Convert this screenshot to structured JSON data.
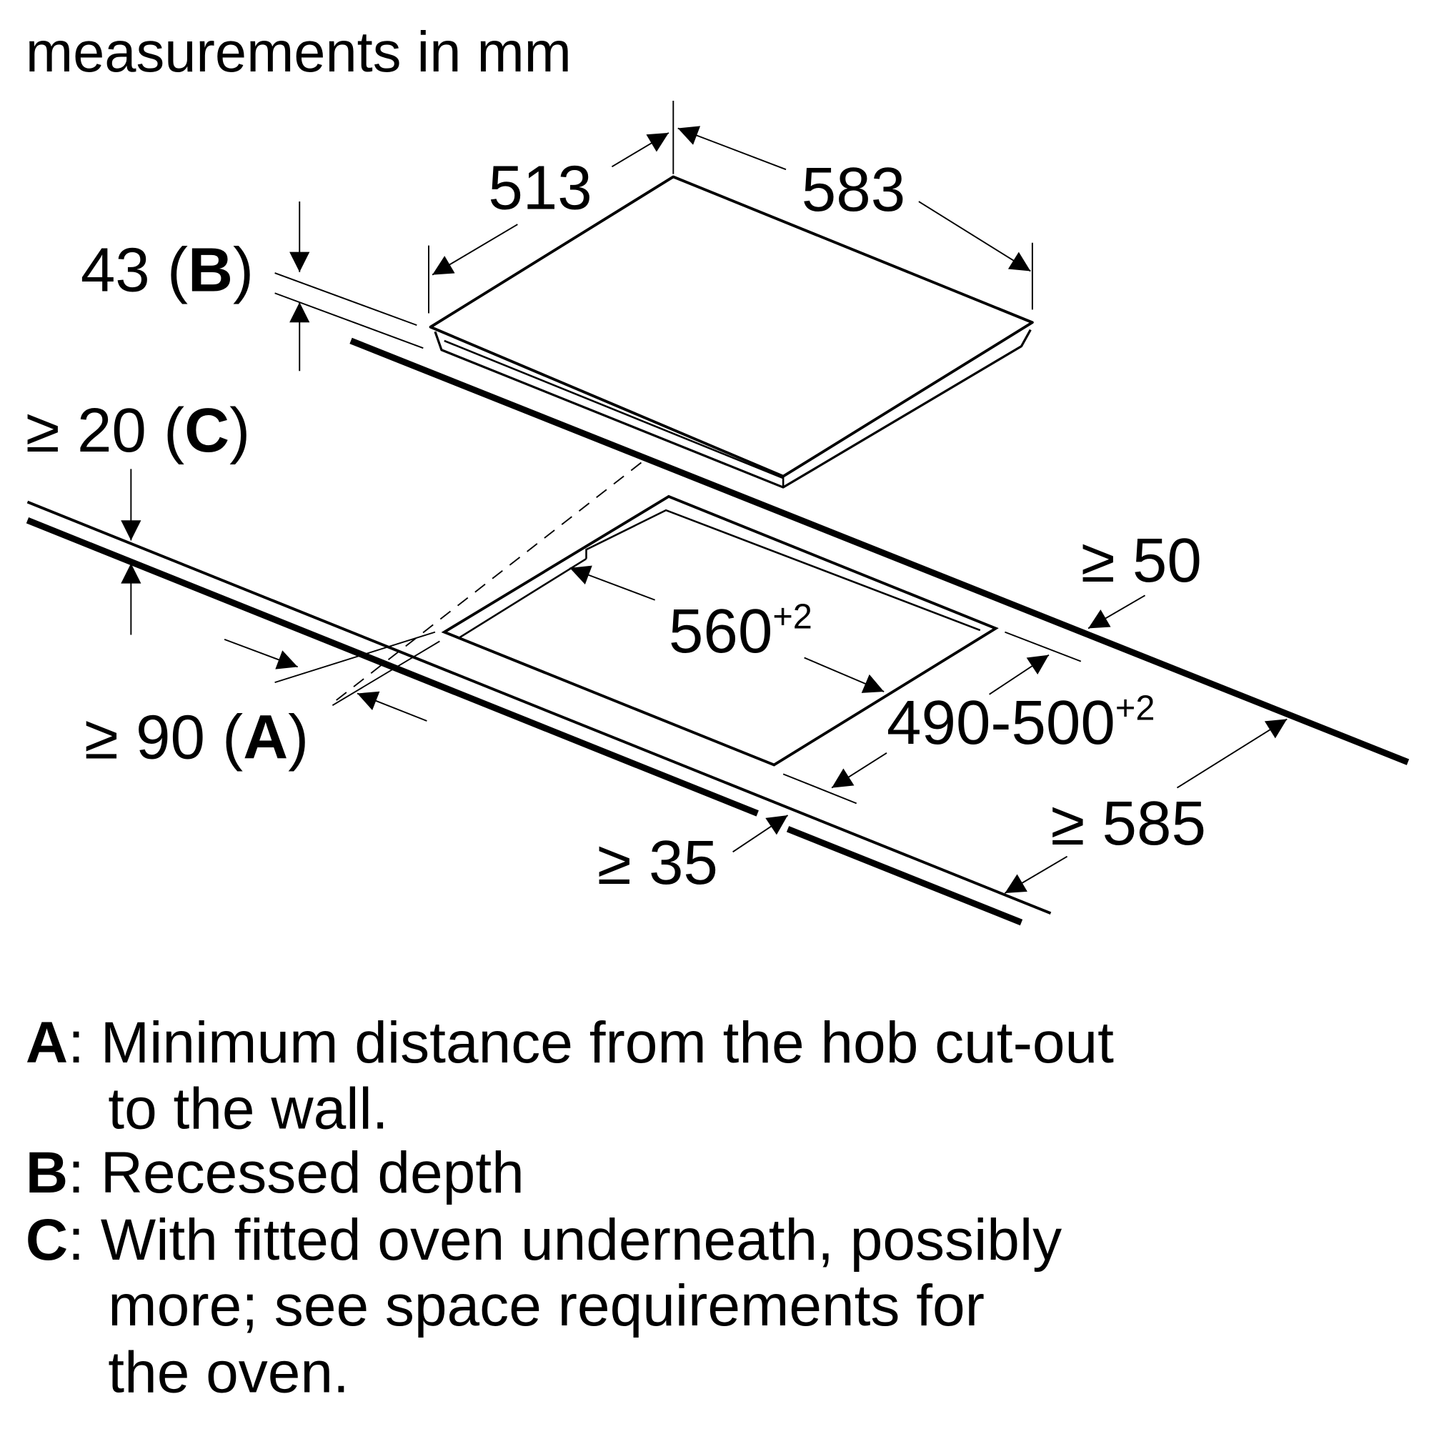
{
  "title": "measurements in mm",
  "dimensions": {
    "width": "583",
    "depth": "513",
    "recess": "43",
    "recess_ref": "B",
    "oven_gap_prefix": "≥ 20",
    "oven_gap_ref": "C",
    "rear_gap": "≥ 50",
    "cutout_width": "560",
    "cutout_width_tol": "+2",
    "cutout_depth": "490-500",
    "cutout_depth_tol": "+2",
    "wall_gap_prefix": "≥ 90",
    "wall_gap_ref": "A",
    "worktop_depth": "≥ 585",
    "front_gap": "≥ 35"
  },
  "legend": [
    {
      "key": "A",
      "lines": [
        "Minimum distance from the hob cut-out",
        "to the wall."
      ]
    },
    {
      "key": "B",
      "lines": [
        "Recessed depth"
      ]
    },
    {
      "key": "C",
      "lines": [
        "With fitted oven underneath, possibly",
        "more; see space requirements for",
        "the oven."
      ]
    }
  ],
  "colors": {
    "ink": "#000000",
    "background": "#ffffff"
  }
}
